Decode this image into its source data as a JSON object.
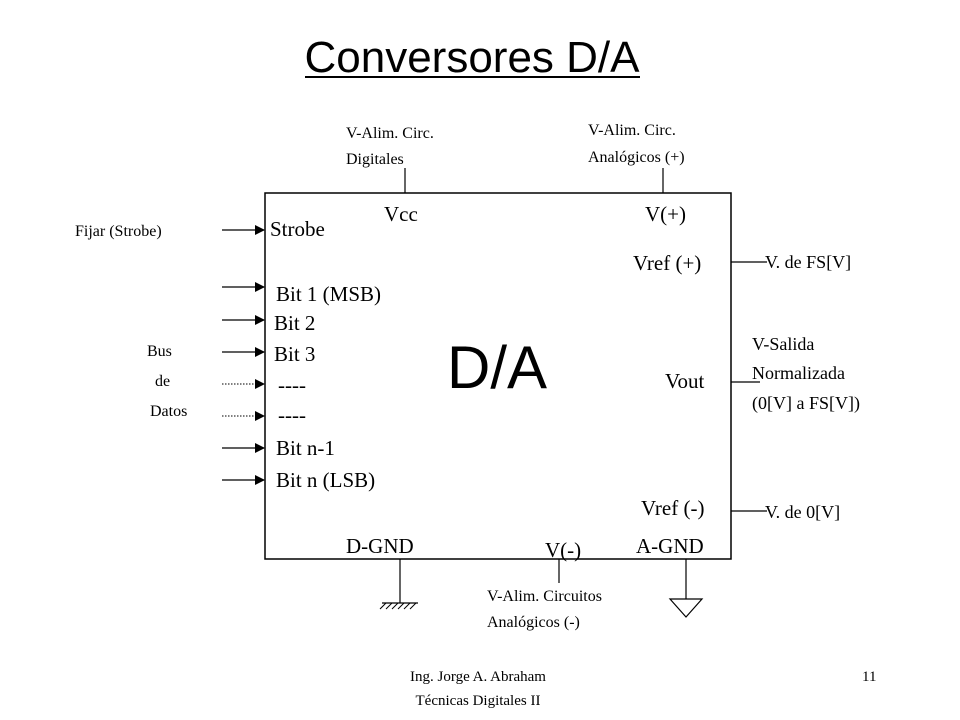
{
  "slide": {
    "title": "Conversores D/A",
    "footer_author": "Ing. Jorge A. Abraham",
    "footer_course": "Técnicas Digitales II",
    "page_number": "11"
  },
  "block": {
    "center_label": "D/A",
    "pins_left": {
      "strobe": "Strobe",
      "bit1": "Bit 1 (MSB)",
      "bit2": "Bit 2",
      "bit3": "Bit 3",
      "dash1": "----",
      "dash2": "----",
      "bitn1": "Bit n-1",
      "bitn": "Bit n (LSB)"
    },
    "pins_top": {
      "vcc": "Vcc",
      "vplus": "V(+)"
    },
    "pins_right": {
      "vref_plus": "Vref (+)",
      "vout": "Vout",
      "vref_minus": "Vref (-)"
    },
    "pins_bottom": {
      "dgnd": "D-GND",
      "vminus": "V(-)",
      "agnd": "A-GND"
    }
  },
  "annotations": {
    "fijar": "Fijar (Strobe)",
    "bus": [
      "Bus",
      "de",
      "Datos"
    ],
    "vcc_note": [
      "V-Alim. Circ.",
      "Digitales"
    ],
    "vplus_note": [
      "V-Alim. Circ.",
      "Analógicos (+)"
    ],
    "vref_plus_note": "V. de FS[V]",
    "vout_note": [
      "V-Salida",
      "Normalizada",
      "(0[V] a FS[V])"
    ],
    "vref_minus_note": "V. de 0[V]",
    "vminus_note": [
      "V-Alim. Circuitos",
      "Analógicos (-)"
    ]
  }
}
